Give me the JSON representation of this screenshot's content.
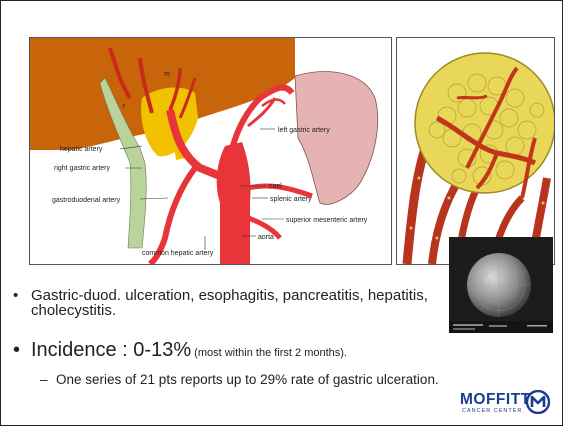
{
  "diagram": {
    "labels": {
      "m": "m",
      "r": "r",
      "hepatic_artery": "hepatic artery",
      "right_gastric_artery": "right gastric artery",
      "gastroduodenal_artery": "gastroduodenal artery",
      "common_hepatic_artery": "common hepatic artery",
      "left_gastric_artery": "left gastric artery",
      "coel": "coel",
      "splenic_artery": "splenic artery",
      "superior_mesenteric_artery": "superior mesenteric artery",
      "aorta": "aorta"
    }
  },
  "bullets": {
    "b1": "Gastric-duod. ulceration, esophagitis, pancreatitis, hepatitis, cholecystitis.",
    "b2_main": "Incidence : 0-13%",
    "b2_note": " (most within the first 2 months).",
    "b3": "One series of 21 pts reports up to 29% rate of gastric ulceration."
  },
  "logo": {
    "word": "MOFFITT",
    "sub": "CANCER CENTER",
    "brand_color": "#1b3d8f"
  }
}
